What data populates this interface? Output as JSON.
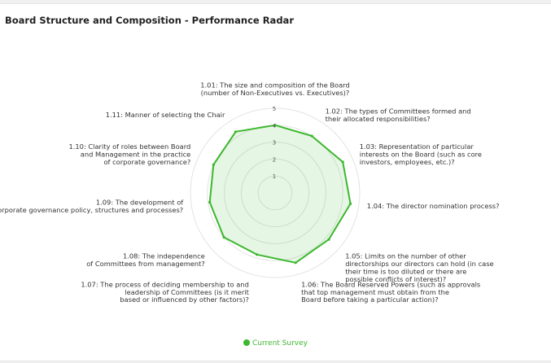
{
  "header": {
    "title": "Board Structure and Composition - Performance Radar"
  },
  "chart_data": {
    "type": "radar",
    "categories": [
      [
        "1.01: The size and composition of the Board",
        "(number of Non-Executives vs. Executives)?"
      ],
      [
        "1.02: The types of Committees formed and",
        "their allocated responsibilities?"
      ],
      [
        "1.03: Representation of particular",
        "interests on the Board (such as core",
        "investors, employees, etc.)?"
      ],
      [
        "1.04: The director nomination process?"
      ],
      [
        "1.05: Limits on the number of other",
        "directorships our directors can hold (in case",
        "their time is too diluted or there are",
        "possible conflicts of interest)?"
      ],
      [
        "1.06: The Board Reserved Powers (such as approvals",
        "that top management must obtain from the",
        "Board before taking a particular action)?"
      ],
      [
        "1.07: The process of deciding membership to and",
        "leadership of Committees (is it merit",
        "based or influenced by other factors)?"
      ],
      [
        "1.08: The independence",
        "of Committees from management?"
      ],
      [
        "1.09: The development of",
        "corporate governance policy, structures and processes?"
      ],
      [
        "1.10: Clarity of roles between Board",
        "and Management in the practice",
        "of corporate governance?"
      ],
      [
        "1.11: Manner of selecting the Chair"
      ]
    ],
    "series": [
      {
        "name": "Current Survey",
        "values": [
          4.0,
          4.0,
          4.4,
          4.5,
          4.2,
          4.3,
          3.8,
          4.0,
          3.9,
          4.0,
          4.3
        ]
      }
    ],
    "r_ticks": [
      "1",
      "2",
      "3",
      "4",
      "5"
    ],
    "r_range": [
      0,
      5
    ],
    "legend_position": "bottom",
    "colors": {
      "series": "#3cb82e",
      "fill": "#3cb82e",
      "grid": "#e3e3e3"
    }
  }
}
